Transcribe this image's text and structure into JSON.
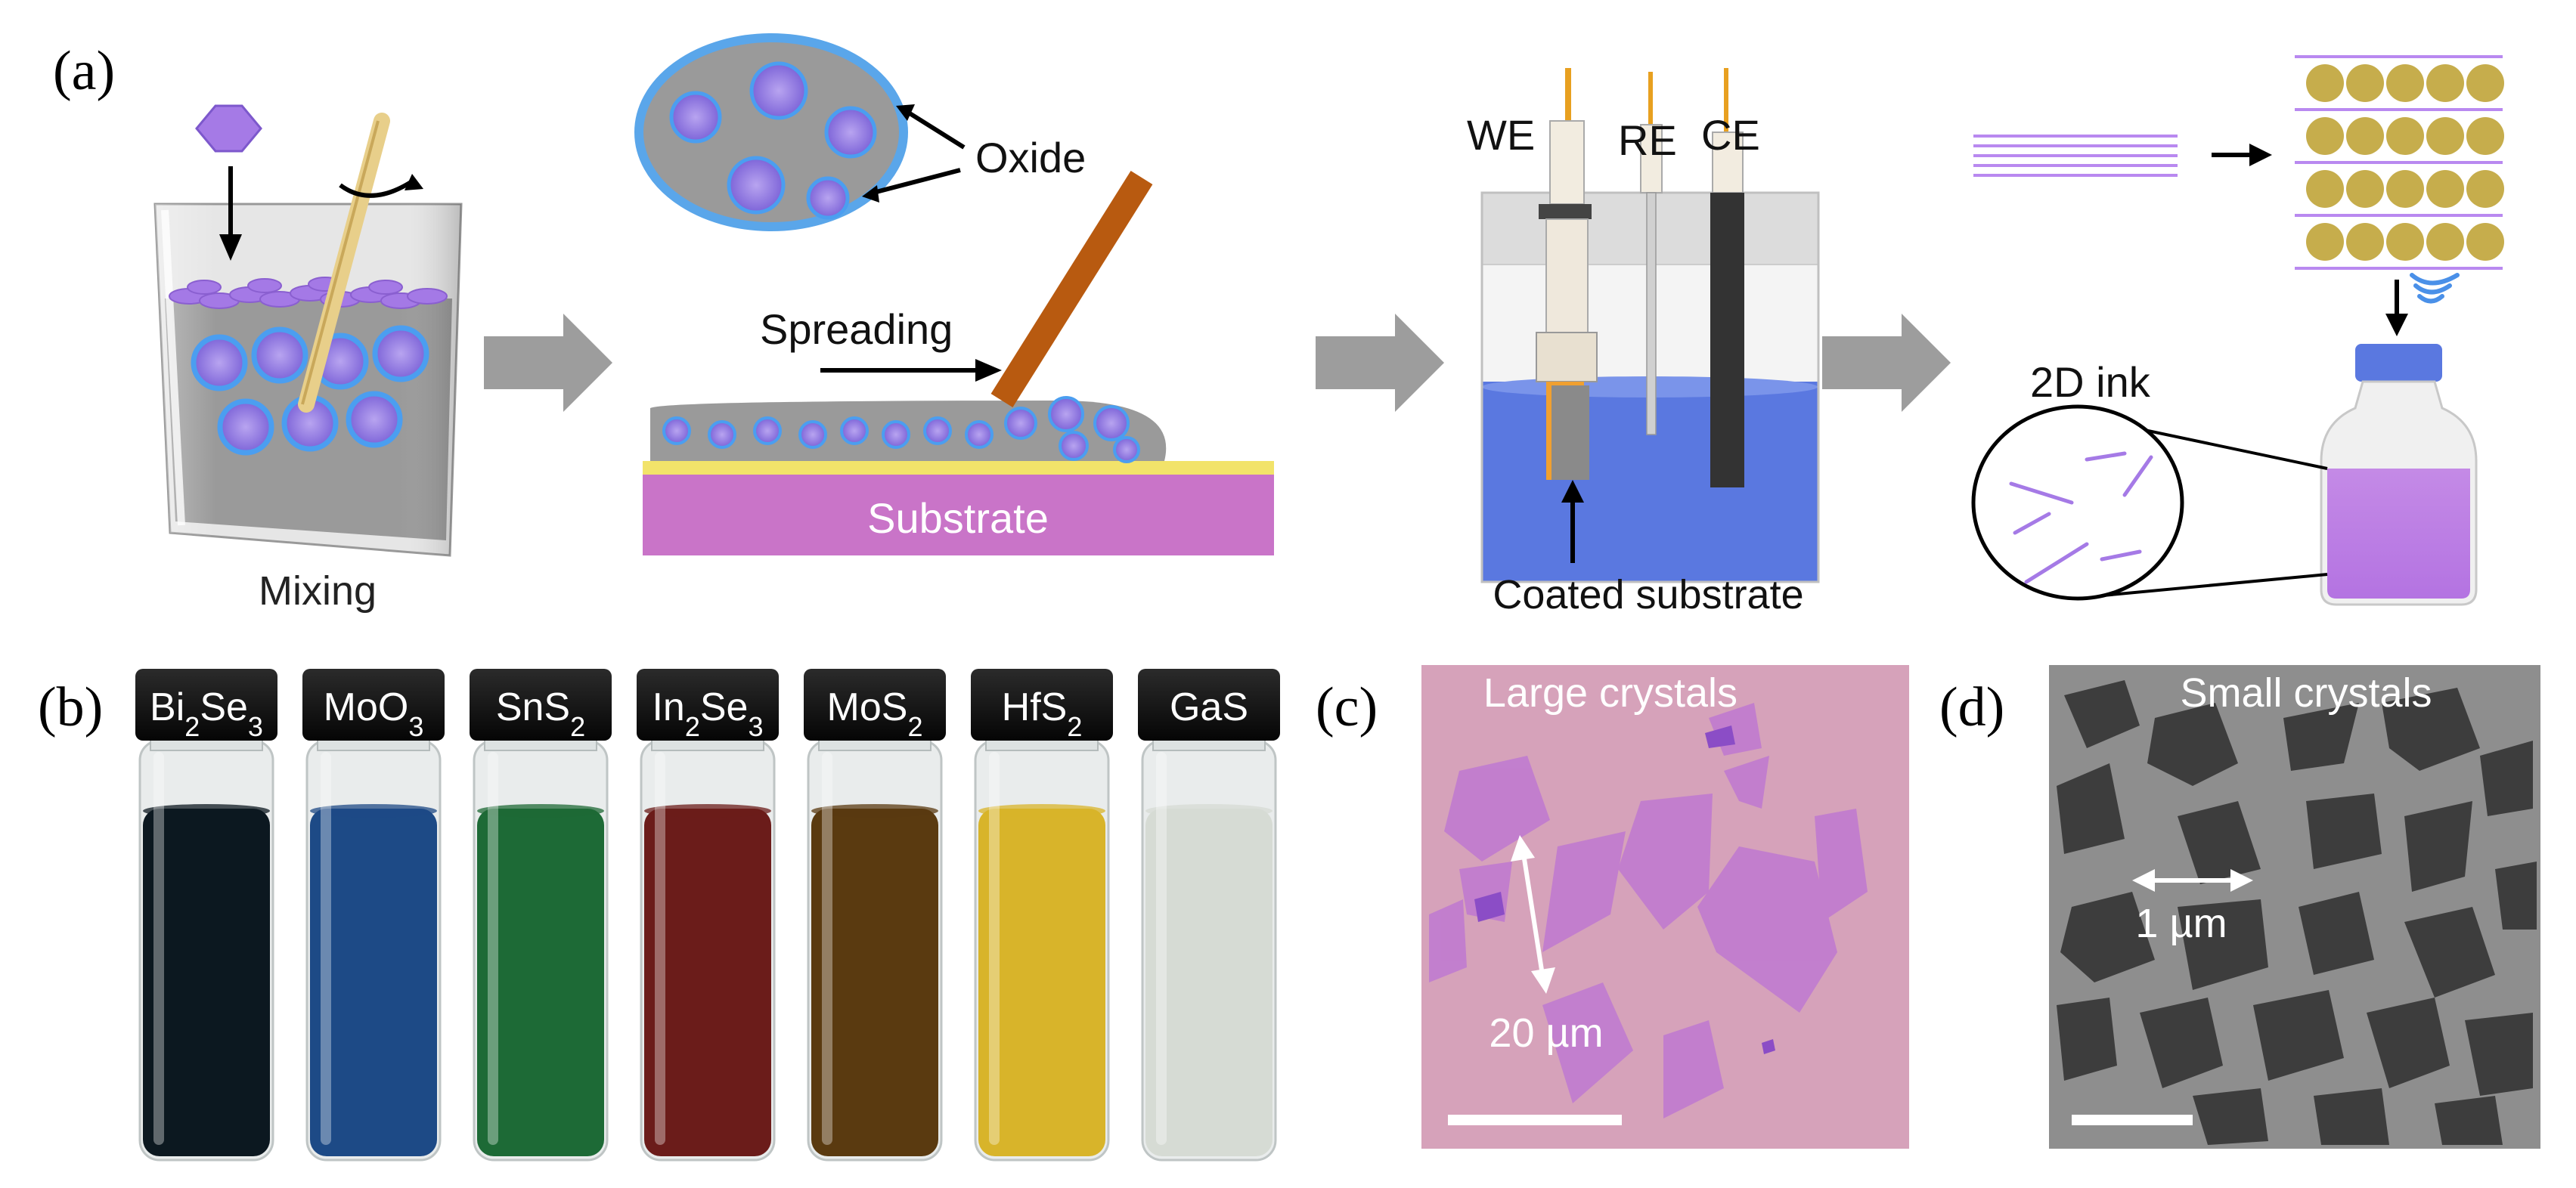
{
  "panel_a": {
    "label": "(a)",
    "mixing_label": "Mixing",
    "oxide_label": "Oxide",
    "spreading_label": "Spreading",
    "substrate_label": "Substrate",
    "we_label": "WE",
    "re_label": "RE",
    "ce_label": "CE",
    "coated_substrate_label": "Coated substrate",
    "ink_label": "2D ink"
  },
  "panel_b": {
    "label": "(b)",
    "vials": [
      {
        "base": "Bi",
        "sub1": "2",
        "mid": "Se",
        "sub2": "3",
        "color": "#0c1820"
      },
      {
        "base": "MoO",
        "sub1": "3",
        "mid": "",
        "sub2": "",
        "color": "#1d4a86"
      },
      {
        "base": "SnS",
        "sub1": "2",
        "mid": "",
        "sub2": "",
        "color": "#1d6a36"
      },
      {
        "base": "In",
        "sub1": "2",
        "mid": "Se",
        "sub2": "3",
        "color": "#6b1c1a"
      },
      {
        "base": "MoS",
        "sub1": "2",
        "mid": "",
        "sub2": "",
        "color": "#5a3a10"
      },
      {
        "base": "HfS",
        "sub1": "2",
        "mid": "",
        "sub2": "",
        "color": "#d8b42a"
      },
      {
        "base": "GaS",
        "sub1": "",
        "mid": "",
        "sub2": "",
        "color": "#d6dbd4"
      }
    ]
  },
  "panel_c": {
    "label": "(c)",
    "title": "Large crystals",
    "scale_label": "20 µm",
    "bg_color": "#d6a2ba"
  },
  "panel_d": {
    "label": "(d)",
    "title": "Small crystals",
    "scale_label": "1 µm",
    "bg_color": "#8e8e8e"
  },
  "colors": {
    "oxide_blue": "#5aa6ea",
    "nanosheet_purple": "#a57ae6",
    "substrate_pink": "#c974c8",
    "gold": "#e8d46a",
    "electrolyte_blue": "#5a78e0",
    "arrow_gray": "#9d9d9d"
  }
}
